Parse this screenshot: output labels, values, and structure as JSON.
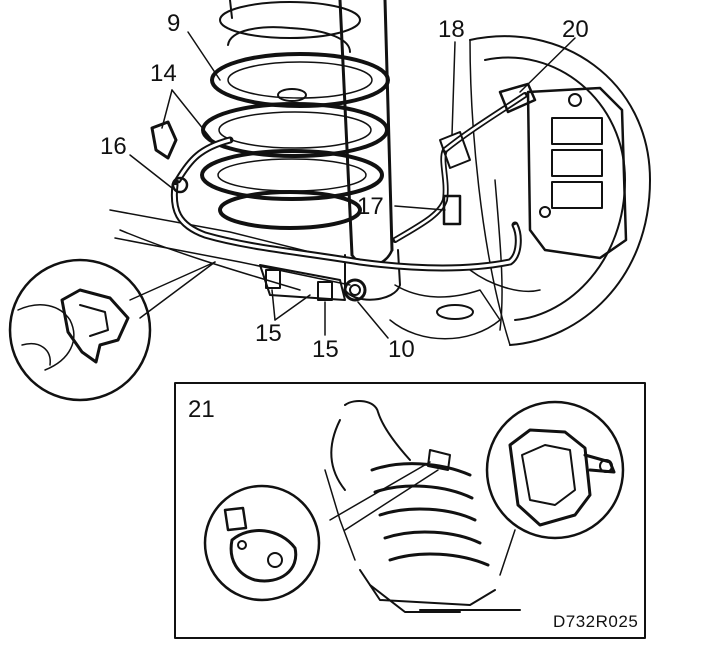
{
  "callouts": {
    "c9": "9",
    "c14": "14",
    "c16": "16",
    "c18": "18",
    "c20": "20",
    "c17": "17",
    "c15a": "15",
    "c15b": "15",
    "c10": "10",
    "c21": "21"
  },
  "figure_ref": "D732R025",
  "colors": {
    "ink": "#111111",
    "paper": "#ffffff"
  }
}
